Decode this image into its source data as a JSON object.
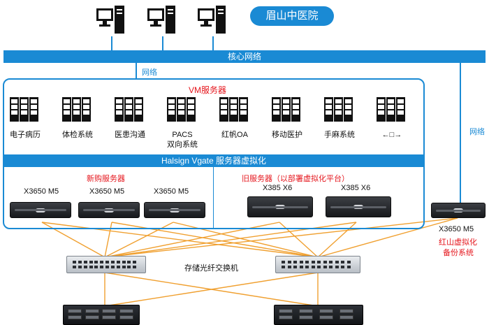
{
  "hospital_name": "眉山中医院",
  "core_network_label": "核心网络",
  "network_label_left": "网络",
  "network_label_right": "网络",
  "vm_servers_title": "VM服务器",
  "vm_services": [
    {
      "label": "电子病历",
      "icon": "server-icon"
    },
    {
      "label": "体检系统",
      "icon": "server-icon"
    },
    {
      "label": "医患沟通",
      "icon": "server-icon"
    },
    {
      "label": "PACS\n双向系统",
      "icon": "server-icon"
    },
    {
      "label": "红帆OA",
      "icon": "server-icon"
    },
    {
      "label": "移动医护",
      "icon": "server-icon"
    },
    {
      "label": "手麻系统",
      "icon": "server-icon"
    },
    {
      "label": "←□→",
      "icon": "server-icon"
    }
  ],
  "virtualization_label": "Halsign Vgate 服务器虚拟化",
  "new_servers_title": "新购服务器",
  "new_servers": [
    "X3650 M5",
    "X3650 M5",
    "X3650 M5"
  ],
  "old_servers_title": "旧服务器（以部署虚拟化平台）",
  "old_servers": [
    "X385 X6",
    "X385 X6"
  ],
  "backup_server_model": "X3650 M5",
  "backup_server_desc_line1": "红山虚拟化",
  "backup_server_desc_line2": "备份系统",
  "storage_switch_label": "存储光纤交换机",
  "colors": {
    "accent_blue": "#1a8ad4",
    "highlight_red": "#e5161d",
    "link_orange": "#f0a030"
  }
}
